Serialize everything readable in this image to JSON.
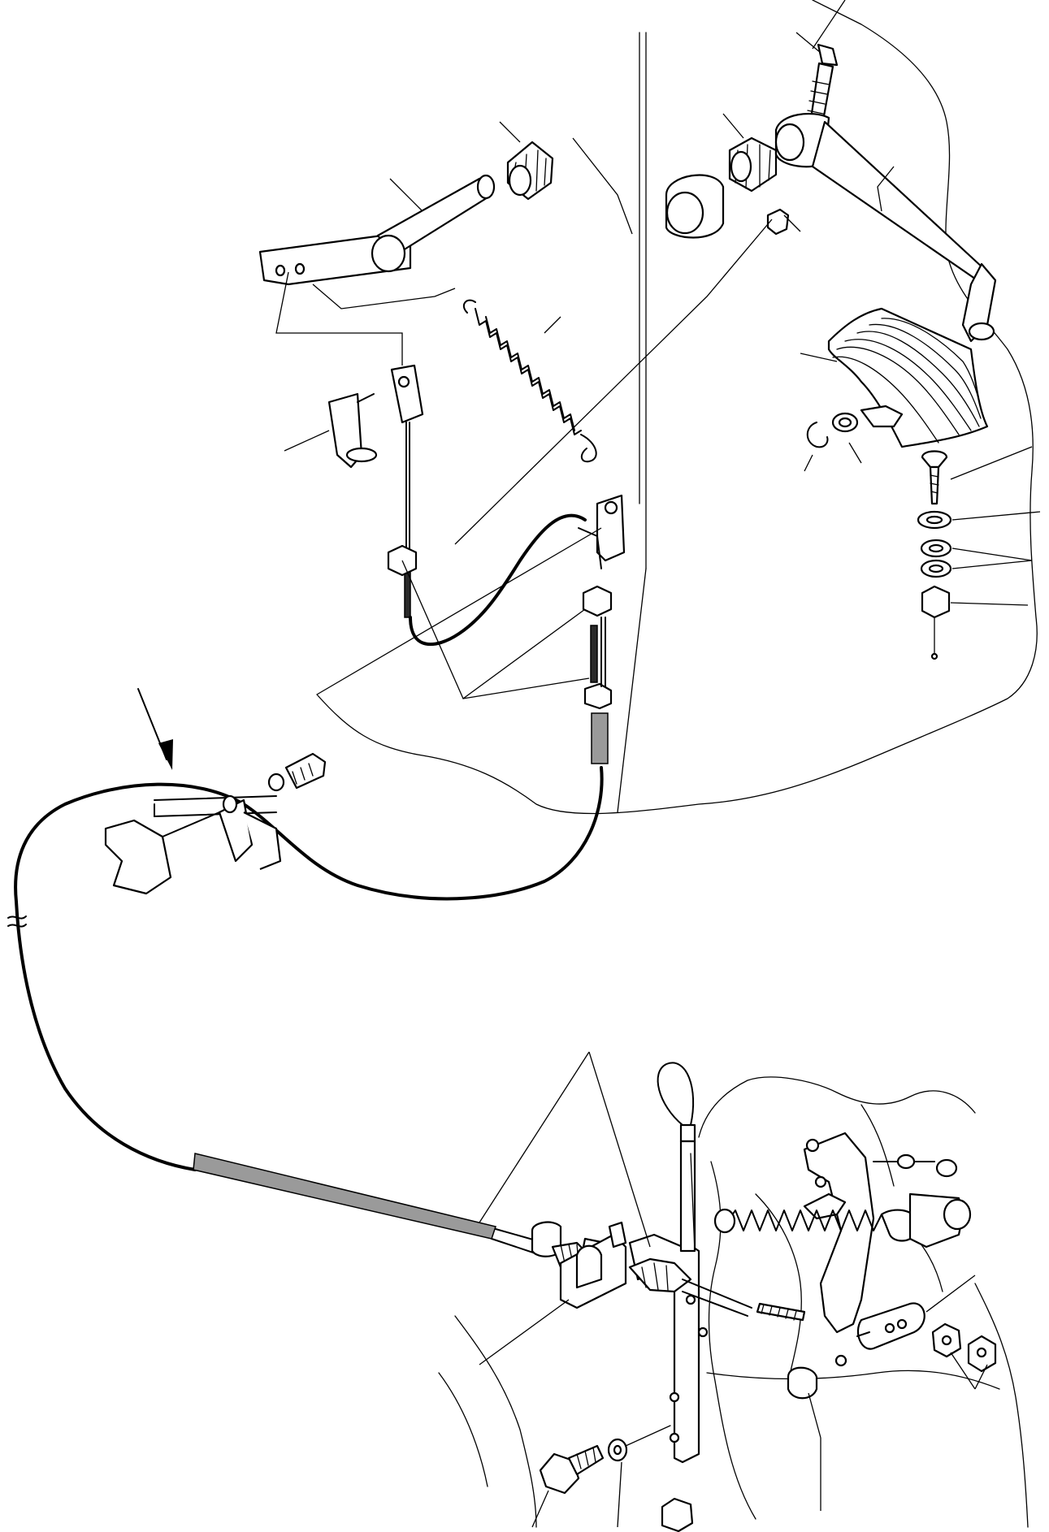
{
  "diagram": {
    "type": "exploded-parts-view",
    "colors": {
      "line": "#000000",
      "background": "#ffffff",
      "shading": "#2a2a2a",
      "cable_sleeve": "#9a9a9a"
    },
    "parts": [
      "pedal-shaft-bolt",
      "bushing-left",
      "bushing-right",
      "sleeve-bearing",
      "pedal-lever",
      "accelerator-pedal-arm",
      "foot-pad",
      "return-spring",
      "cable-clevis",
      "cable-clip",
      "cable-bracket",
      "cable-nuts",
      "pedal-pad-screw",
      "washers",
      "lock-nut",
      "circlip",
      "throttle-cable",
      "cable-clamp",
      "arrow-indicator",
      "mounting-bracket",
      "injection-pump-lever",
      "pump-spring",
      "adjusting-nuts",
      "bracket-bolt",
      "dipstick"
    ]
  }
}
